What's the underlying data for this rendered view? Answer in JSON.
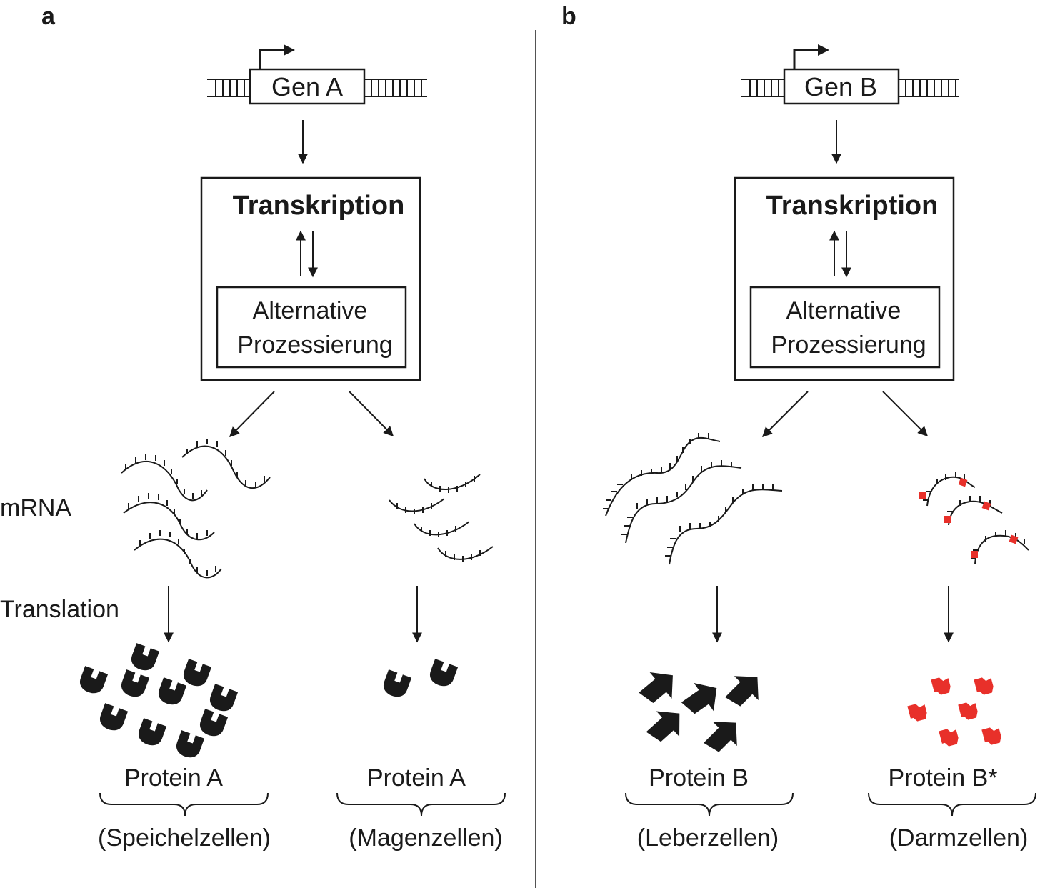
{
  "panels": [
    {
      "letter": "a",
      "gene_label": "Gen A",
      "process_title": "Transkription",
      "processing_line1": "Alternative",
      "processing_line2": "Prozessierung",
      "left_product": {
        "protein_label": "Protein A",
        "cell_type": "(Speichelzellen)"
      },
      "right_product": {
        "protein_label": "Protein A",
        "cell_type": "(Magenzellen)"
      }
    },
    {
      "letter": "b",
      "gene_label": "Gen B",
      "process_title": "Transkription",
      "processing_line1": "Alternative",
      "processing_line2": "Prozessierung",
      "left_product": {
        "protein_label": "Protein B",
        "cell_type": "(Leberzellen)"
      },
      "right_product": {
        "protein_label": "Protein B*",
        "cell_type": "(Darmzellen)"
      }
    }
  ],
  "side_labels": {
    "mrna": "mRNA",
    "translation": "Translation"
  },
  "colors": {
    "ink": "#1a1a1a",
    "modified": "#e8302a"
  }
}
